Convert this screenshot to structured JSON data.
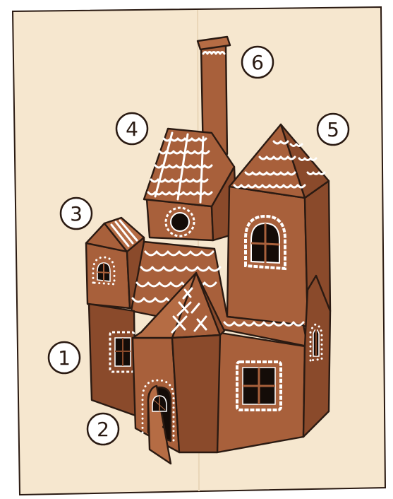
{
  "colors": {
    "paper": "#f6e7cf",
    "paper_shadow": "#e9d6b8",
    "outline": "#2a1a12",
    "gingerbread": "#a8603b",
    "gingerbread_dark": "#8a4a2b",
    "gingerbread_light": "#b56c44",
    "icing": "#ffffff",
    "window": "#140c08",
    "badge_fill": "#ffffff"
  },
  "labels": [
    {
      "id": "1",
      "text": "1",
      "part": "ground-floor"
    },
    {
      "id": "2",
      "text": "2",
      "part": "porch-door"
    },
    {
      "id": "3",
      "text": "3",
      "part": "left-turret"
    },
    {
      "id": "4",
      "text": "4",
      "part": "attic-with-round-window"
    },
    {
      "id": "5",
      "text": "5",
      "part": "right-tower"
    },
    {
      "id": "6",
      "text": "6",
      "part": "chimney"
    }
  ]
}
